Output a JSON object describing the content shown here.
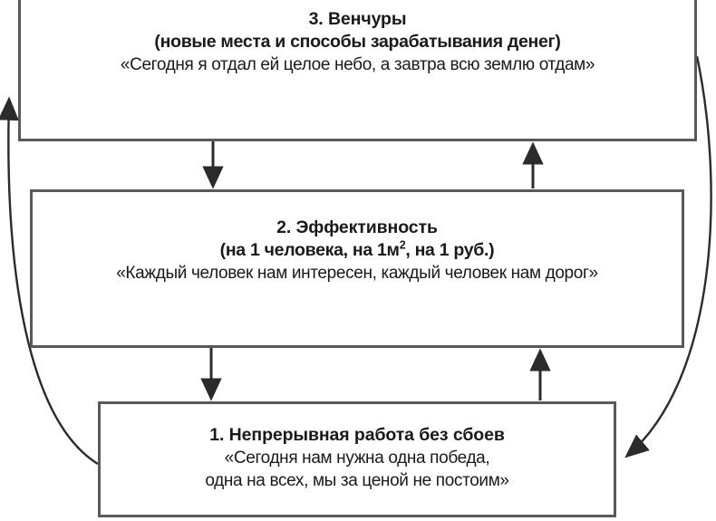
{
  "diagram": {
    "type": "cycle-flow-diagram",
    "background_color": "#ffffff",
    "border_color": "#595959",
    "text_color": "#1a1a1a",
    "nodes": [
      {
        "id": "venchury",
        "number": "3.",
        "title": "3. Венчуры",
        "subtitle": "(новые места и способы зарабатывания денег)",
        "quote_line_1": "«Сегодня я отдал ей целое небо, а завтра всю землю отдам»"
      },
      {
        "id": "effektivnost",
        "number": "2.",
        "title": "2.  Эффективность",
        "subtitle_part_1": "(на 1 человека, на 1м",
        "subtitle_superscript": "2",
        "subtitle_part_2": ", на 1 руб.)",
        "quote_line_1": "«Каждый человек нам интересен, каждый человек нам дорог»"
      },
      {
        "id": "nepreryvnaya",
        "number": "1.",
        "title": "1.  Непрерывная работа без сбоев",
        "quote_line_1": "«Сегодня нам нужна одна победа,",
        "quote_line_2": "одна на всех, мы за ценой не постоим»"
      }
    ],
    "connectors": [
      {
        "id": "venchury-to-effektivnost",
        "from": "venchury",
        "to": "effektivnost",
        "direction": "down",
        "shape": "straight"
      },
      {
        "id": "effektivnost-to-venchury",
        "from": "effektivnost",
        "to": "venchury",
        "direction": "up",
        "shape": "straight"
      },
      {
        "id": "effektivnost-to-nepreryvnaya",
        "from": "effektivnost",
        "to": "nepreryvnaya",
        "direction": "down",
        "shape": "straight"
      },
      {
        "id": "nepreryvnaya-to-effektivnost",
        "from": "nepreryvnaya",
        "to": "effektivnost",
        "direction": "up",
        "shape": "straight"
      },
      {
        "id": "nepreryvnaya-to-venchury",
        "from": "nepreryvnaya",
        "to": "venchury",
        "direction": "up",
        "shape": "curved-left"
      },
      {
        "id": "venchury-to-nepreryvnaya",
        "from": "venchury",
        "to": "nepreryvnaya",
        "direction": "down",
        "shape": "curved-right"
      }
    ]
  }
}
